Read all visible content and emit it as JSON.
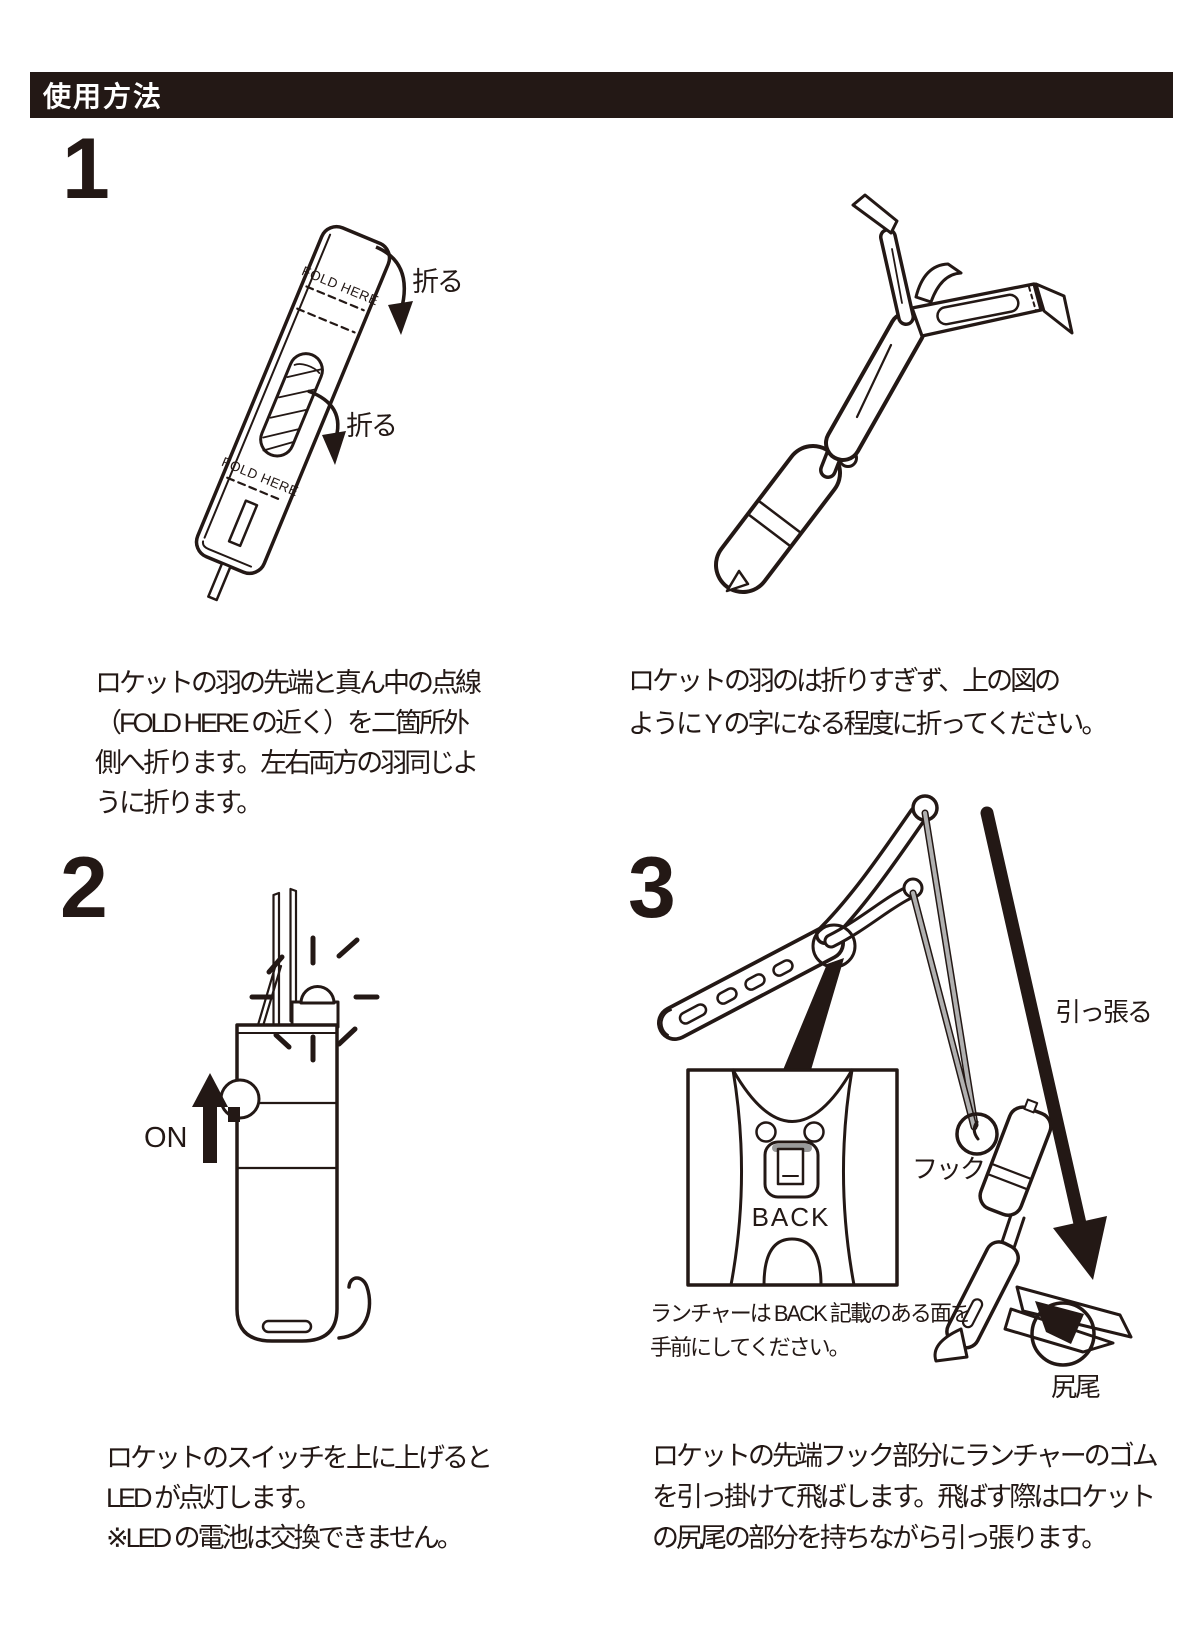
{
  "page": {
    "bg": "#ffffff",
    "ink": "#231815",
    "band_gray": "#b0b0b0",
    "shade_gray": "#9a9a9a"
  },
  "header": {
    "title": "使用方法"
  },
  "step1": {
    "number": "1",
    "fold_here": "FOLD HERE",
    "fold_arrow_label": "折る",
    "caption_left": {
      "lines": [
        "ロケットの羽の先端と真ん中の点線",
        "（FOLD HERE の近く）を二箇所外",
        "側へ折ります。左右両方の羽同じよ",
        "うに折ります。"
      ]
    },
    "caption_right": {
      "lines": [
        "ロケットの羽のは折りすぎず、上の図の",
        "ように Y の字になる程度に折ってください。"
      ]
    }
  },
  "step2": {
    "number": "2",
    "switch_label": "ON",
    "caption": {
      "lines": [
        "ロケットのスイッチを上に上げると",
        "LED が点灯します。",
        "※LED の電池は交換できません。"
      ]
    }
  },
  "step3": {
    "number": "3",
    "pull_label": "引っ張る",
    "hook_label": "フック",
    "tail_label": "尻尾",
    "back_label": "BACK",
    "inset_caption": {
      "lines": [
        "ランチャーは BACK 記載のある面を",
        "手前にしてください。"
      ]
    },
    "caption": {
      "lines": [
        "ロケットの先端フック部分にランチャーのゴム",
        "を引っ掛けて飛ばします。飛ばす際はロケット",
        "の尻尾の部分を持ちながら引っ張ります。"
      ]
    }
  }
}
